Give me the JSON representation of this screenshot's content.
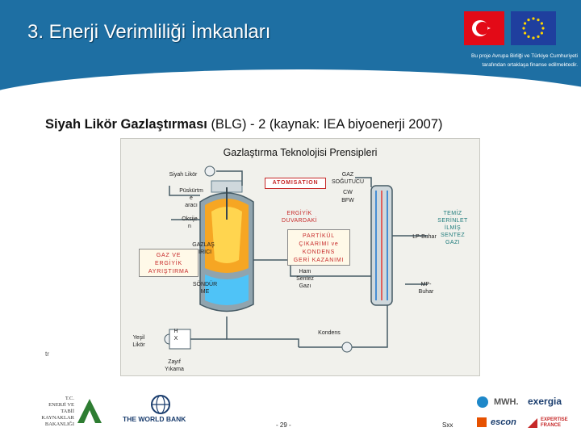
{
  "header": {
    "title": "3. Enerji Verimliliği İmkanları",
    "funding_line1": "Bu proje Avrupa Birliği ve Türkiye Cumhuriyeti",
    "funding_line2": "tarafından ortaklaşa finanse edilmektedir."
  },
  "subtitle": {
    "bold": "Siyah Likör Gazlaştırması",
    "normal": "(BLG) - 2 (kaynak: IEA biyoenerji 2007)"
  },
  "diagram": {
    "title": "Gazlaştırma Teknolojisi Prensipleri",
    "labels": {
      "siyah_likor": "Siyah Likör",
      "puskurtme1": "Püskürtm",
      "puskurtme2": "e",
      "puskurtme3": "aracı",
      "oksijen1": "Oksije",
      "oksijen2": "n",
      "gazlastirici1": "GAZLAŞ",
      "gazlastirici2": "TIRICI",
      "gaz_ayristirma1": "GAZ VE",
      "gaz_ayristirma2": "ERGİYİK",
      "gaz_ayristirma3": "AYRIŞTIRMA",
      "sondurme1": "SÖNDÜR",
      "sondurme2": "ME",
      "yesil_likor1": "Yeşil",
      "yesil_likor2": "Likör",
      "hx1": "H",
      "hx2": "X",
      "zayif_yikama1": "Zayıf",
      "zayif_yikama2": "Yıkama",
      "atomisation": "ATOMISATION",
      "gaz_sogutucu1": "GAZ",
      "gaz_sogutucu2": "SOĞUTUCU",
      "cw": "CW",
      "bfw": "BFW",
      "ergiyik1": "ERGİYİK",
      "ergiyik2": "DUVARDAKİ",
      "partikul1": "PARTİKÜL",
      "partikul2": "ÇIKARIMI ve",
      "partikul3": "KONDENS",
      "partikul4": "GERİ KAZANIMI",
      "ham_sentez1": "Ham",
      "ham_sentez2": "Sentez",
      "ham_sentez3": "Gazı",
      "temiz1": "TEMİZ",
      "temiz2": "SERİNLET",
      "temiz3": "İLMİŞ",
      "temiz4": "SENTEZ",
      "temiz5": "GAZI",
      "lp_buhar": "LP-Buhar",
      "mp_buhar1": "MP-",
      "mp_buhar2": "Buhar",
      "kondens": "Kondens"
    }
  },
  "footer": {
    "tr": "tr",
    "page_number": "- 29 -",
    "right_text": "Sxx",
    "logos": {
      "ministry1": "T.C.",
      "ministry2": "ENERJİ VE",
      "ministry3": "TABİİ KAYNAKLAR",
      "ministry4": "BAKANLIĞI",
      "worldbank": "THE WORLD BANK",
      "mwh": "MWH.",
      "exergia": "exergia",
      "escon": "escon",
      "expertise": "EXPERTISE FRANCE"
    }
  },
  "colors": {
    "header_blue": "#1e6fa3",
    "accent_red": "#c62828",
    "accent_teal": "#1e7b7b"
  }
}
